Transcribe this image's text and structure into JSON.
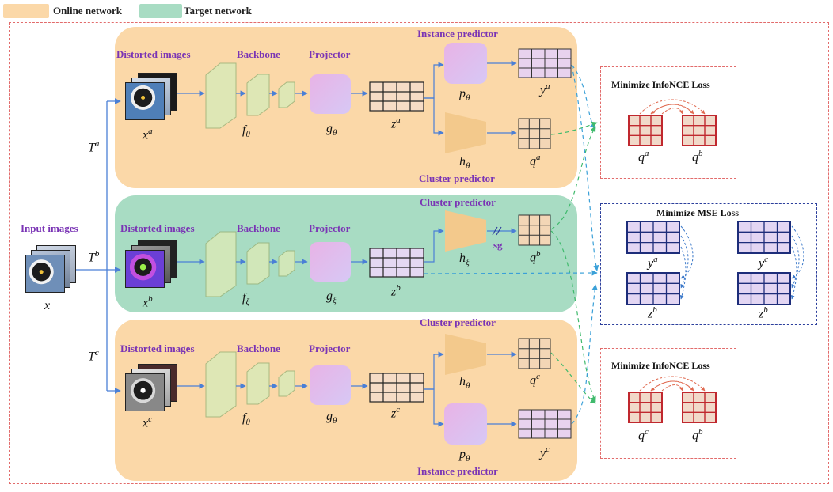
{
  "legend": {
    "online_label": "Online network",
    "target_label": "Target network",
    "online_color": "#fbd8a8",
    "target_color": "#a8dcc3"
  },
  "input": {
    "label": "Input images",
    "symbol": "x"
  },
  "transforms": {
    "a": "a",
    "b": "b",
    "c": "c",
    "base": "T"
  },
  "rows": [
    {
      "id": "a",
      "network": "online",
      "distorted_label": "Distorted images",
      "backbone_label": "Backbone",
      "projector_label": "Projector",
      "top_predictor_label": "Instance predictor",
      "bottom_predictor_label": "Cluster predictor",
      "x_sym": "x",
      "x_sup": "a",
      "f_sym": "f",
      "f_sub": "θ",
      "g_sym": "g",
      "g_sub": "θ",
      "z_sym": "z",
      "z_sup": "a",
      "p_sym": "p",
      "p_sub": "θ",
      "h_sym": "h",
      "h_sub": "θ",
      "y_sym": "y",
      "y_sup": "a",
      "q_sym": "q",
      "q_sup": "a"
    },
    {
      "id": "b",
      "network": "target",
      "distorted_label": "Distorted images",
      "backbone_label": "Backbone",
      "projector_label": "Projector",
      "top_predictor_label": "Cluster predictor",
      "x_sym": "x",
      "x_sup": "b",
      "f_sym": "f",
      "f_sub": "ξ",
      "g_sym": "g",
      "g_sub": "ξ",
      "z_sym": "z",
      "z_sup": "b",
      "h_sym": "h",
      "h_sub": "ξ",
      "q_sym": "q",
      "q_sup": "b",
      "sg_label": "sg"
    },
    {
      "id": "c",
      "network": "online",
      "distorted_label": "Distorted images",
      "backbone_label": "Backbone",
      "projector_label": "Projector",
      "top_predictor_label": "Cluster predictor",
      "bottom_predictor_label": "Instance predictor",
      "x_sym": "x",
      "x_sup": "c",
      "f_sym": "f",
      "f_sub": "θ",
      "g_sym": "g",
      "g_sub": "θ",
      "z_sym": "z",
      "z_sup": "c",
      "h_sym": "h",
      "h_sub": "θ",
      "q_sym": "q",
      "q_sup": "c",
      "p_sym": "p",
      "p_sub": "θ",
      "y_sym": "y",
      "y_sup": "c"
    }
  ],
  "losses": {
    "top": {
      "title": "Minimize InfoNCE Loss",
      "left_sym": "q",
      "left_sup": "a",
      "right_sym": "q",
      "right_sup": "b"
    },
    "middle": {
      "title": "Minimize MSE Loss",
      "tl_sym": "y",
      "tl_sup": "a",
      "tr_sym": "y",
      "tr_sup": "c",
      "bl_sym": "z",
      "bl_sup": "b",
      "br_sym": "z",
      "br_sup": "b"
    },
    "bottom": {
      "title": "Minimize InfoNCE Loss",
      "left_sym": "q",
      "left_sup": "c",
      "right_sym": "q",
      "right_sup": "b"
    }
  },
  "colors": {
    "arrow_blue": "#4a7fd6",
    "dashed_green": "#3fba6c",
    "dashed_blue": "#3aa0d8",
    "loss_red": "#c0282e",
    "loss_navy": "#1d2d7a",
    "label_purple": "#7a34b5"
  }
}
